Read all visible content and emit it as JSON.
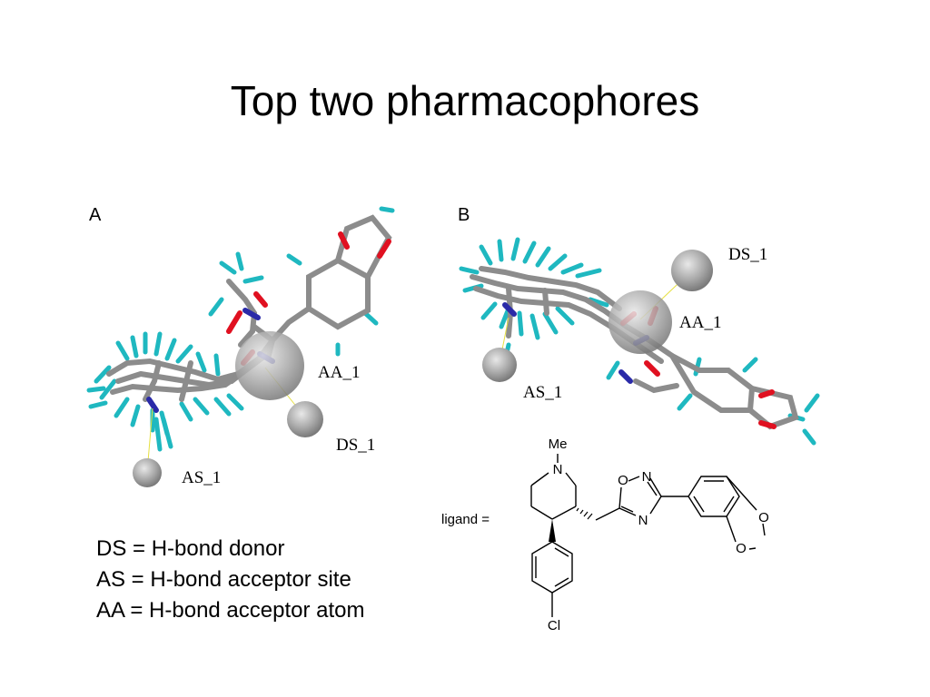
{
  "slide": {
    "title": "Top two pharmacophores"
  },
  "panels": {
    "a": {
      "label": "A",
      "sites": {
        "aa": "AA_1",
        "ds": "DS_1",
        "as": "AS_1"
      }
    },
    "b": {
      "label": "B",
      "sites": {
        "ds": "DS_1",
        "aa": "AA_1",
        "as": "AS_1"
      }
    }
  },
  "legend": [
    "DS = H-bond donor",
    "AS = H-bond acceptor site",
    "AA = H-bond acceptor atom"
  ],
  "ligand": {
    "label": "ligand =",
    "atoms": {
      "me": "Me",
      "n_ring": "N",
      "o_oxa": "O",
      "n_oxa_top": "N",
      "n_oxa_bottom": "N",
      "o_top": "O",
      "o_bottom": "O",
      "cl": "Cl"
    }
  },
  "colors": {
    "carbon": "#8c8c8c",
    "hydrogen": "#1fb8c0",
    "oxygen": "#e01020",
    "nitrogen": "#2a2aa8",
    "sphere": "#a8a8a8"
  }
}
